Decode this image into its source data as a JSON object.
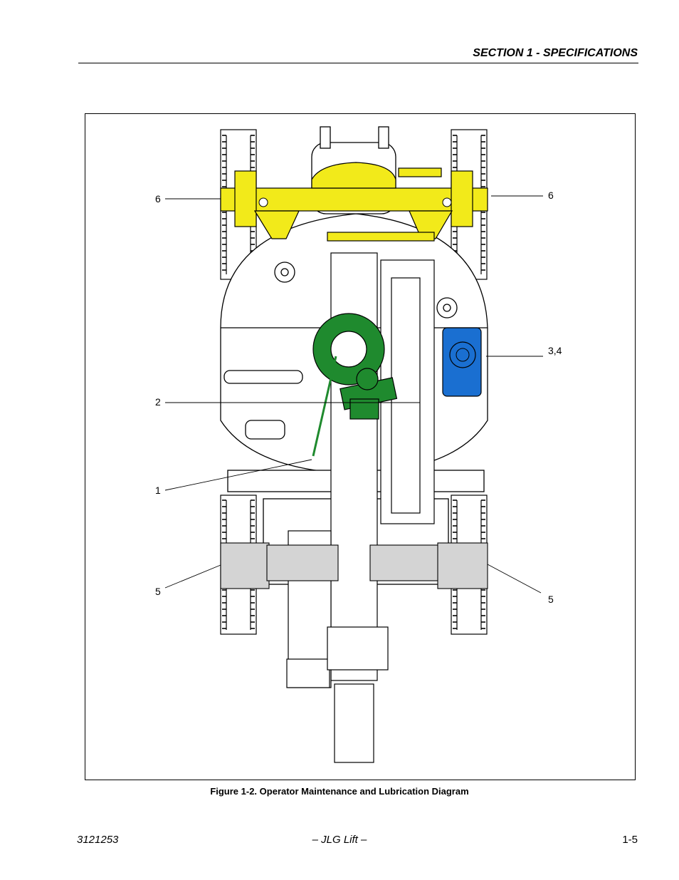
{
  "header": {
    "section_title": "SECTION 1 - SPECIFICATIONS"
  },
  "figure": {
    "caption": "Figure 1-2. Operator Maintenance and Lubrication Diagram",
    "callouts": {
      "left_top": "6",
      "right_top": "6",
      "right_mid": "3,4",
      "left_mid": "2",
      "left_lower": "1",
      "left_bottom": "5",
      "right_bottom": "5"
    },
    "highlight_colors": {
      "axle_yellow": "#f2ea1a",
      "bearing_green": "#1f8a2e",
      "drive_blue": "#1a6fd1",
      "hub_gray": "#d4d4d4"
    }
  },
  "footer": {
    "doc_number": "3121253",
    "center_text": "– JLG Lift –",
    "page_number": "1-5"
  }
}
